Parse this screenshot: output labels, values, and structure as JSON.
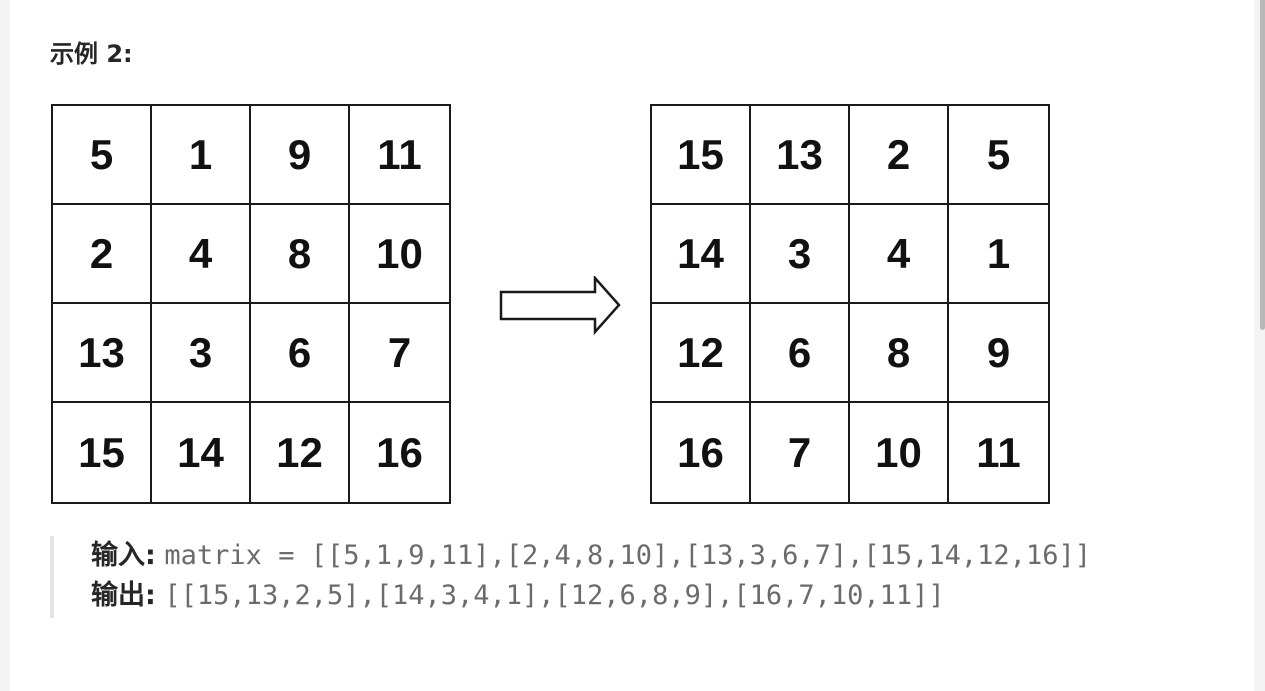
{
  "heading": "示例 2:",
  "input_matrix": [
    [
      "5",
      "1",
      "9",
      "11"
    ],
    [
      "2",
      "4",
      "8",
      "10"
    ],
    [
      "13",
      "3",
      "6",
      "7"
    ],
    [
      "15",
      "14",
      "12",
      "16"
    ]
  ],
  "output_matrix": [
    [
      "15",
      "13",
      "2",
      "5"
    ],
    [
      "14",
      "3",
      "4",
      "1"
    ],
    [
      "12",
      "6",
      "8",
      "9"
    ],
    [
      "16",
      "7",
      "10",
      "11"
    ]
  ],
  "arrow_icon": "right-arrow-icon",
  "example": {
    "input_label": "输入:",
    "input_value": "matrix = [[5,1,9,11],[2,4,8,10],[13,3,6,7],[15,14,12,16]]",
    "output_label": "输出:",
    "output_value": "[[15,13,2,5],[14,3,4,1],[12,6,8,9],[16,7,10,11]]"
  }
}
